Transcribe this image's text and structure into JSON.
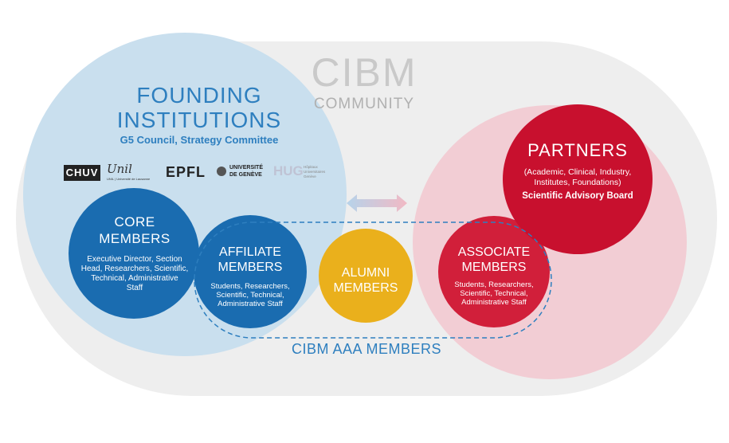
{
  "title": "CIBM",
  "subtitle": "COMMUNITY",
  "founding": {
    "title_line1": "FOUNDING",
    "title_line2": "INSTITUTIONS",
    "subtitle": "G5 Council, Strategy Committee",
    "logos": {
      "chuv": "CHUV",
      "unil": "Unil",
      "unil_small": "UNIL | Université de Lausanne",
      "epfl": "EPFL",
      "unige_line1": "UNIVERSITÉ",
      "unige_line2": "DE GENÈVE",
      "hug": "HUG",
      "hug_small_1": "Hôpitaux",
      "hug_small_2": "Universitaires",
      "hug_small_3": "Genève"
    }
  },
  "core": {
    "title_line1": "CORE",
    "title_line2": "MEMBERS",
    "desc_line1": "Executive Director, Section",
    "desc_line2": "Head, Researchers, Scientific,",
    "desc_line3": "Technical, Administrative",
    "desc_line4": "Staff"
  },
  "affiliate": {
    "title_line1": "AFFILIATE",
    "title_line2": "MEMBERS",
    "desc_line1": "Students, Researchers,",
    "desc_line2": "Scientific, Technical,",
    "desc_line3": "Administrative Staff"
  },
  "alumni": {
    "title_line1": "ALUMNI",
    "title_line2": "MEMBERS"
  },
  "associate": {
    "title_line1": "ASSOCIATE",
    "title_line2": "MEMBERS",
    "desc_line1": "Students, Researchers,",
    "desc_line2": "Scientific, Technical,",
    "desc_line3": "Administrative Staff"
  },
  "partners": {
    "title": "PARTNERS",
    "desc_line1": "(Academic, Clinical, Industry,",
    "desc_line2": "Institutes, Foundations)",
    "board": "Scientific Advisory Board"
  },
  "aaa_label": "CIBM AAA MEMBERS",
  "colors": {
    "outer_background": "#eeeeee",
    "founding_circle": "#c9dfee",
    "partners_region": "#f2cdd4",
    "core_blue": "#1a6cb0",
    "accent_blue": "#2e7fbf",
    "partners_red": "#c8102e",
    "alumni_yellow": "#eab01c",
    "associate_red": "#d11f3a"
  }
}
